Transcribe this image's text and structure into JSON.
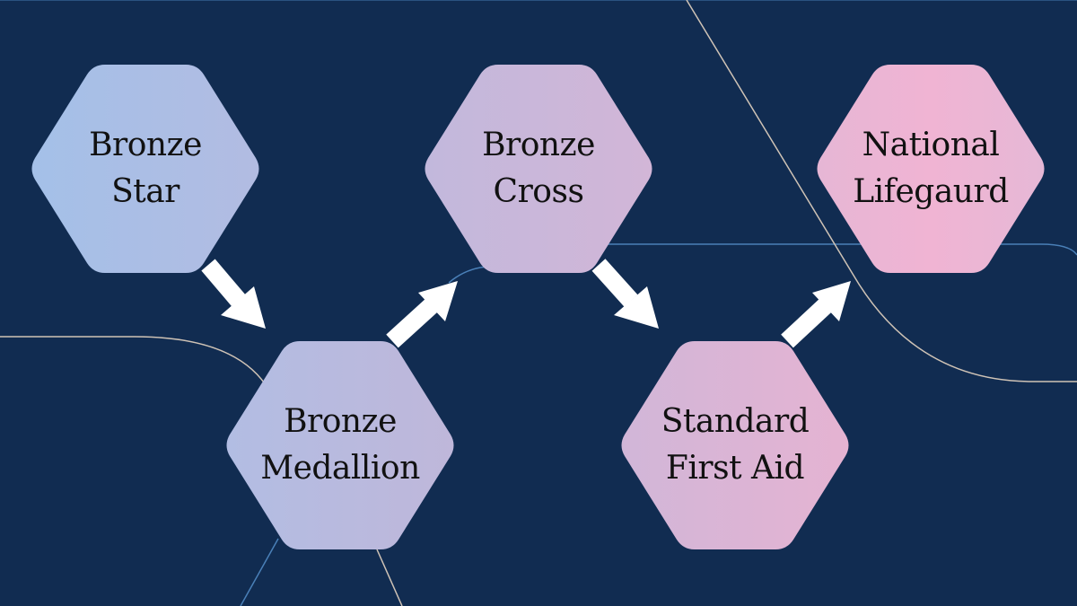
{
  "diagram": {
    "title": "",
    "nodes": [
      {
        "id": "bronze-star",
        "label": "Bronze\nStar"
      },
      {
        "id": "bronze-medallion",
        "label": "Bronze\nMedallion"
      },
      {
        "id": "bronze-cross",
        "label": "Bronze\nCross"
      },
      {
        "id": "standard-first-aid",
        "label": "Standard\nFirst Aid"
      },
      {
        "id": "national-lifeguard",
        "label": "National\nLifegaurd"
      }
    ],
    "edges": [
      {
        "from": "bronze-star",
        "to": "bronze-medallion"
      },
      {
        "from": "bronze-medallion",
        "to": "bronze-cross"
      },
      {
        "from": "bronze-cross",
        "to": "standard-first-aid"
      },
      {
        "from": "standard-first-aid",
        "to": "national-lifeguard"
      }
    ]
  },
  "colors": {
    "background": "#112c51",
    "decor_line_blue": "#4a80b8",
    "decor_line_tan": "#cfc3b6",
    "arrow": "#ffffff",
    "node_gradient_start": "#a7bfe6",
    "node_gradient_mid": "#c6b5d9",
    "node_gradient_end": "#ebb3d3",
    "text": "#111111"
  }
}
